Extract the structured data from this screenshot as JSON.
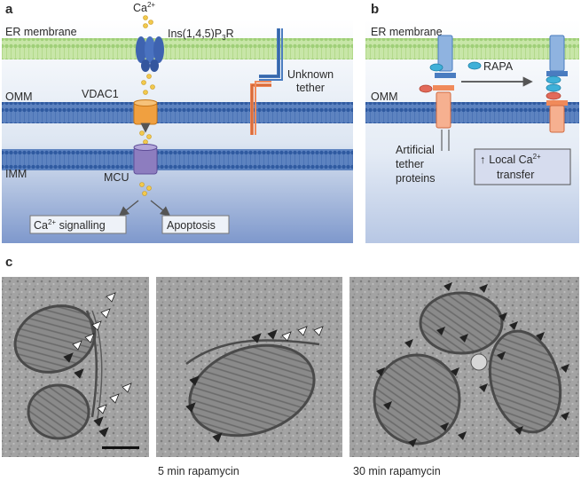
{
  "panel_a": {
    "label": "a",
    "er_membrane": "ER membrane",
    "omm": "OMM",
    "imm": "IMM",
    "ca_ion": "Ca",
    "ca_ion_charge": "2+",
    "ip3r_name": "Ins(1,4,5)P",
    "ip3r_subscript": "3",
    "ip3r_suffix": "R",
    "vdac": "VDAC1",
    "mcu": "MCU",
    "unknown_tether_line1": "Unknown",
    "unknown_tether_line2": "tether",
    "outcome_signalling_ca": "Ca",
    "outcome_signalling_charge": "2+",
    "outcome_signalling_text": " signalling",
    "outcome_apoptosis": "Apoptosis"
  },
  "panel_b": {
    "label": "b",
    "er_membrane": "ER membrane",
    "omm": "OMM",
    "rapa": "RAPA",
    "tether_line1": "Artificial",
    "tether_line2": "tether",
    "tether_line3": "proteins",
    "arrow_up": "↑",
    "result_line1": "Local Ca",
    "result_charge": "2+",
    "result_line2": "transfer"
  },
  "panel_c": {
    "label": "c",
    "caption_2": "5 min rapamycin",
    "caption_3": "30 min rapamycin"
  },
  "colors": {
    "er_membrane": "#b9dc96",
    "mito_membrane": "#3d6bb0",
    "ip3r": "#3e63b0",
    "vdac": "#f0a040",
    "mcu": "#8d7dbf",
    "ca_ion": "#f2c94c",
    "tether_blue": "#4a7cc0",
    "tether_orange": "#f08a5a",
    "em_background": "#9a9a9a"
  }
}
